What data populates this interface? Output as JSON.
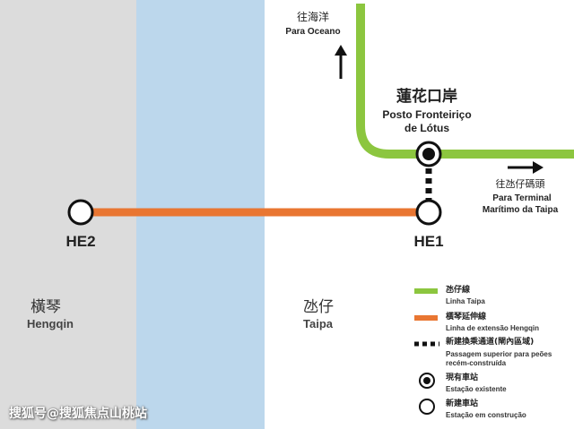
{
  "colors": {
    "hengqin_zone": "#dcdcdc",
    "water": "#bcd7ec",
    "taipa_zone": "#ffffff",
    "taipa_line": "#8cc63f",
    "extension_line": "#e97632",
    "connector": "#111111"
  },
  "regions": {
    "hengqin": {
      "zh": "橫琴",
      "pt": "Hengqin"
    },
    "taipa": {
      "zh": "氹仔",
      "pt": "Taipa"
    }
  },
  "stations": {
    "he2": {
      "label": "HE2"
    },
    "he1": {
      "label": "HE1"
    },
    "lotus": {
      "zh": "蓮花口岸",
      "pt_line1": "Posto Fronteiriço",
      "pt_line2": "de Lótus"
    }
  },
  "directions": {
    "ocean": {
      "zh": "往海洋",
      "pt": "Para Oceano",
      "arrow": "up-arrow"
    },
    "terminal": {
      "zh": "往氹仔碼頭",
      "pt_line1": "Para Terminal",
      "pt_line2": "Marítimo da Taipa",
      "arrow": "right-arrow"
    }
  },
  "legend": {
    "taipa_line": {
      "zh": "氹仔線",
      "pt": "Linha Taipa"
    },
    "extension": {
      "zh": "橫琴延伸線",
      "pt": "Linha de extensão Hengqin"
    },
    "passage": {
      "zh": "新建換乘通道(閘內區域)",
      "pt_line1": "Passagem superior para peões",
      "pt_line2": "recém-construída"
    },
    "existing": {
      "zh": "現有車站",
      "pt": "Estação existente"
    },
    "under_construction": {
      "zh": "新建車站",
      "pt": "Estação em construção"
    }
  },
  "watermark": "搜狐号@搜狐焦点山桃站"
}
